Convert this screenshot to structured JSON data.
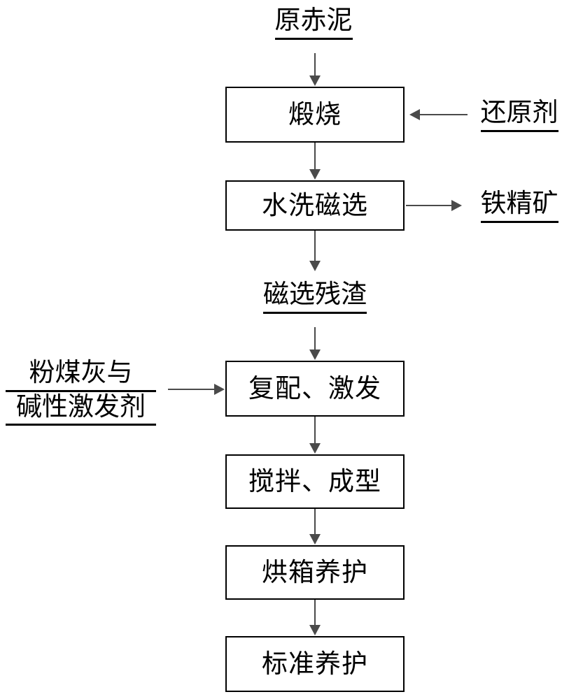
{
  "diagram": {
    "title_label": "原赤泥",
    "type": "process-flowchart",
    "orientation": "top-to-bottom",
    "colors": {
      "box_border": "#000000",
      "connector": "#4a4a4a",
      "background": "#ffffff",
      "text": "#000000"
    },
    "inputs": [
      {
        "label": "原赤泥",
        "position": "top",
        "underlined": true
      },
      {
        "label": "还原剂",
        "position": "right-of-step-1",
        "underlined": true,
        "arrow": "left"
      },
      {
        "label": "粉煤灰与",
        "label_line2": "碱性激发剂",
        "position": "left-of-step-4",
        "underlined": true,
        "arrow": "right"
      }
    ],
    "outputs": [
      {
        "label": "铁精矿",
        "position": "right-of-step-2",
        "underlined": true,
        "arrow": "right"
      }
    ],
    "intermediates": [
      {
        "label": "磁选残渣",
        "position": "between-step-2-and-step-4",
        "underlined": true
      }
    ],
    "steps": [
      {
        "id": 1,
        "label": "煅烧"
      },
      {
        "id": 2,
        "label": "水洗磁选"
      },
      {
        "id": 3,
        "label": "复配、激发"
      },
      {
        "id": 4,
        "label": "搅拌、成型"
      },
      {
        "id": 5,
        "label": "烘箱养护"
      },
      {
        "id": 6,
        "label": "标准养护"
      }
    ],
    "left_input": {
      "line1": "粉煤灰与",
      "line2": "碱性激发剂"
    }
  }
}
